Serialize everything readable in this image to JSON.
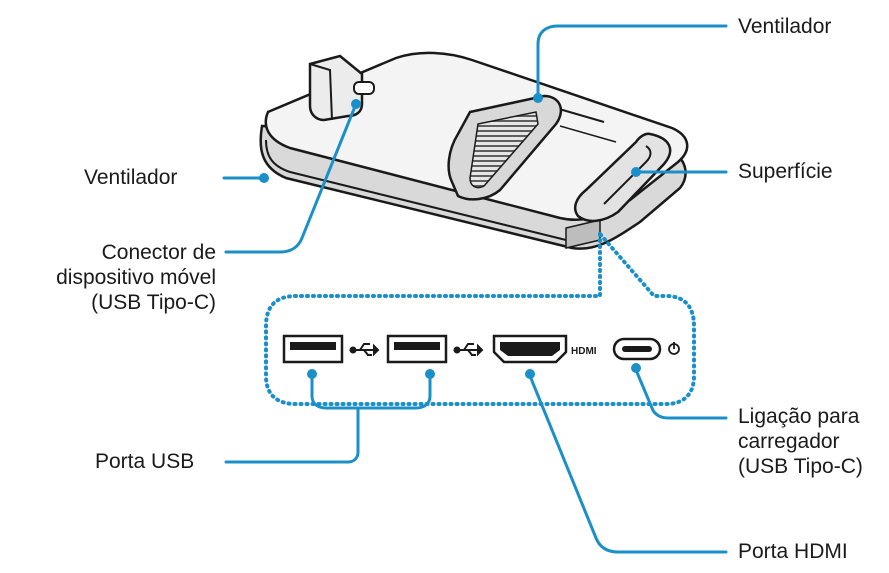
{
  "labels": {
    "fan_top": "Ventilador",
    "fan_left": "Ventilador",
    "surface": "Superfície",
    "mobile_connector_line1": "Conector de",
    "mobile_connector_line2": "dispositivo móvel",
    "mobile_connector_line3": "(USB Tipo-C)",
    "charger_line1": "Ligação para",
    "charger_line2": "carregador",
    "charger_line3": "(USB Tipo-C)",
    "usb_port": "Porta USB",
    "hdmi_port": "Porta HDMI"
  },
  "icons": {
    "usb_symbol_1": "usb-icon",
    "usb_symbol_2": "usb-icon",
    "hdmi_logo": "HDMI",
    "power_symbol": "power-icon"
  },
  "colors": {
    "callout": "#1a8fc9",
    "outline": "#1a1a1a",
    "dock_fill": "#f2f2f2",
    "dock_shadow": "#c8c8c8",
    "vent": "#9a9a9a"
  }
}
